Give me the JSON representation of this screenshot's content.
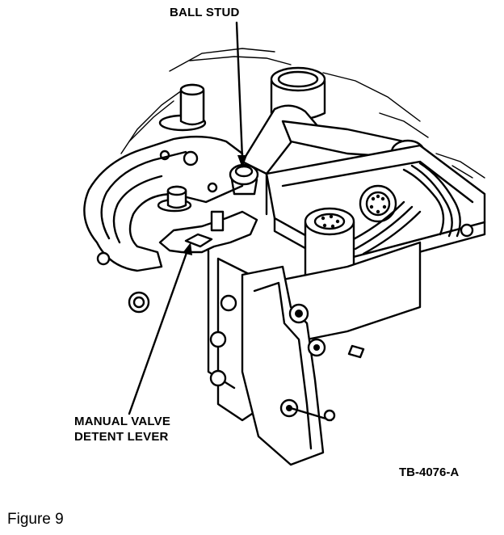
{
  "figure": {
    "callouts": {
      "ball_stud": "BALL STUD",
      "detent_lever_line1": "MANUAL VALVE",
      "detent_lever_line2": "DETENT LEVER"
    },
    "reference_code": "TB-4076-A",
    "caption": "Figure 9"
  }
}
